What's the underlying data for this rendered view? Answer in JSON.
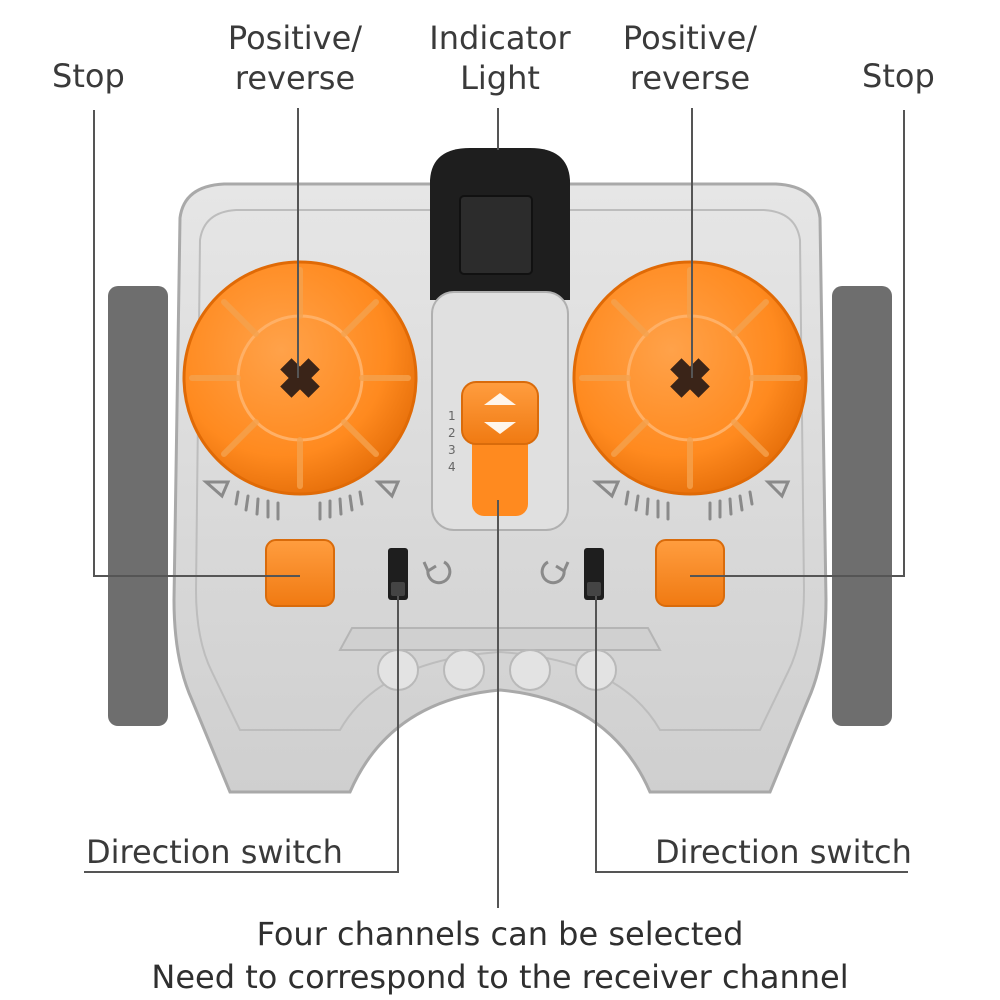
{
  "labels": {
    "stop_left": "Stop",
    "positive_left_1": "Positive/",
    "positive_left_2": "reverse",
    "indicator_1": "Indicator",
    "indicator_2": "Light",
    "positive_right_1": "Positive/",
    "positive_right_2": "reverse",
    "stop_right": "Stop",
    "direction_left": "Direction switch",
    "direction_right": "Direction switch",
    "caption_line_1": "Four channels can be selected",
    "caption_line_2": "Need to correspond to the receiver channel"
  },
  "channel_numbers": [
    "1",
    "2",
    "3",
    "4"
  ],
  "colors": {
    "body": "#d6d6d6",
    "body_light": "#e4e4e4",
    "body_dark": "#9a9a9a",
    "side_grip": "#6e6e6e",
    "orange": "#ff8a1f",
    "orange_light": "#ffa24a",
    "orange_dark": "#e66f0a",
    "indicator": "#1e1e1e",
    "leader_line": "#555555"
  },
  "icons": [
    "cross-axle-hole-icon",
    "rotate-ccw-icon",
    "rotate-cw-icon",
    "chevron-up-icon",
    "chevron-down-icon"
  ]
}
